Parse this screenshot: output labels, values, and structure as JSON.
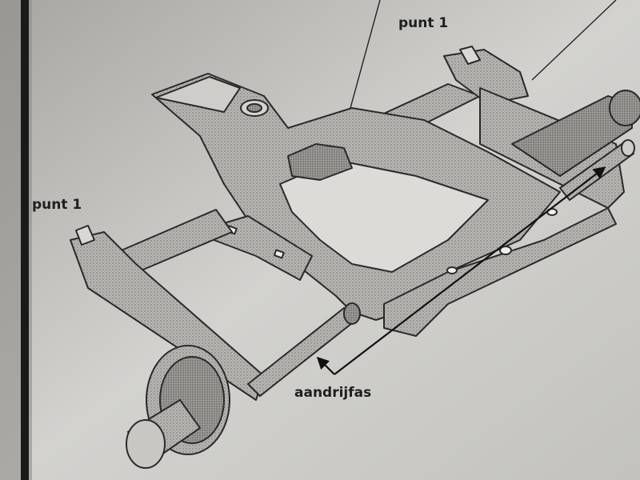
{
  "labels": {
    "punt_top": "punt 1",
    "punt_left": "punt 1",
    "drive_shaft": "aandrijfas"
  }
}
